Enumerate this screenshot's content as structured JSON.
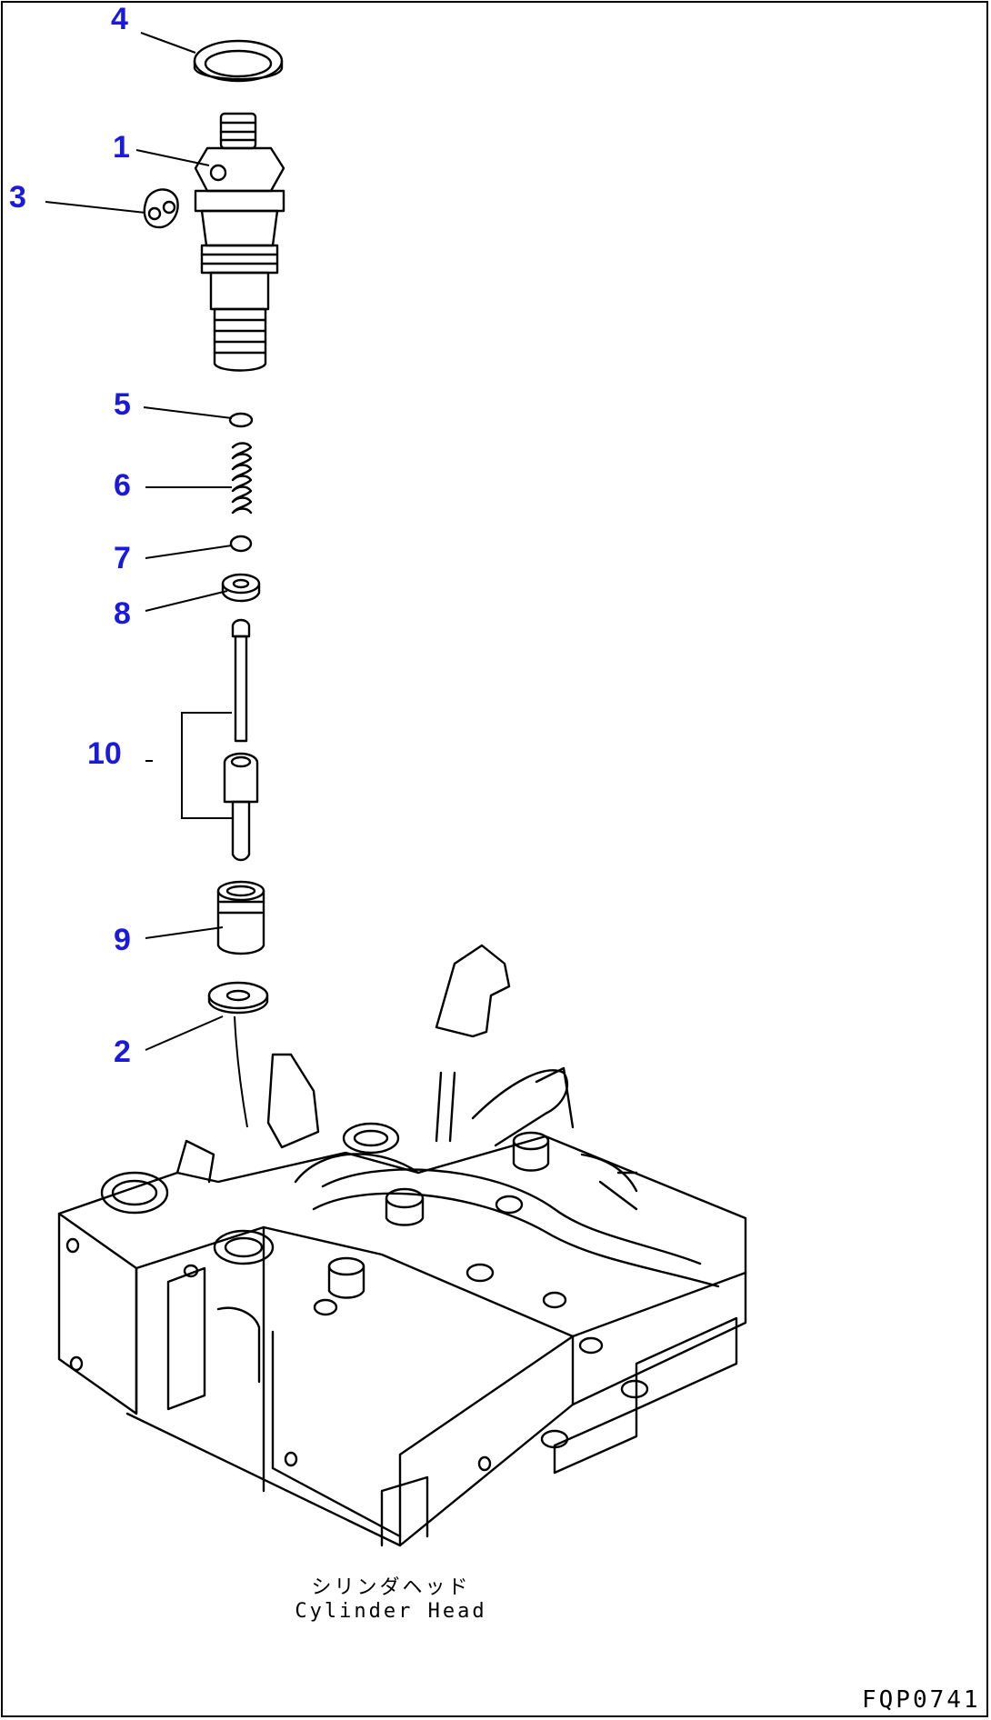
{
  "callouts": [
    {
      "id": "4",
      "label": "4"
    },
    {
      "id": "1",
      "label": "1"
    },
    {
      "id": "3",
      "label": "3"
    },
    {
      "id": "5",
      "label": "5"
    },
    {
      "id": "6",
      "label": "6"
    },
    {
      "id": "7",
      "label": "7"
    },
    {
      "id": "8",
      "label": "8"
    },
    {
      "id": "10",
      "label": "10"
    },
    {
      "id": "9",
      "label": "9"
    },
    {
      "id": "2",
      "label": "2"
    }
  ],
  "caption": {
    "japanese": "シリンダヘッド",
    "english": "Cylinder Head"
  },
  "figure_code": "FQP0741",
  "colors": {
    "callout": "#1a1adc",
    "line": "#000000",
    "background": "#ffffff"
  }
}
